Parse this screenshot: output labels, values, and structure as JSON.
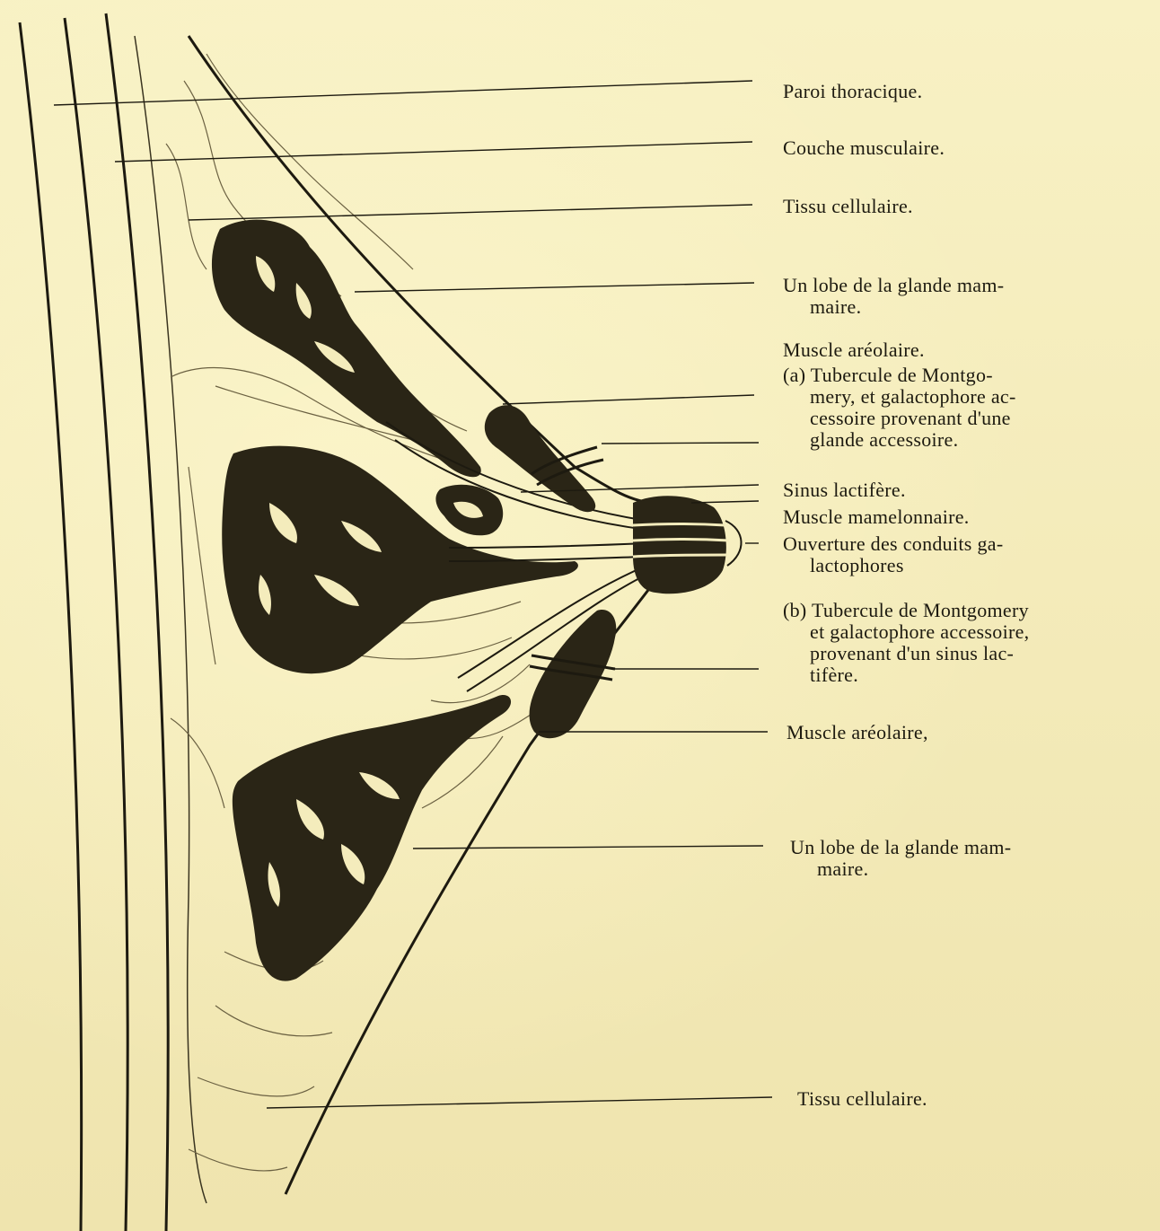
{
  "labels": {
    "paroi": "Paroi thoracique.",
    "couche": "Couche musculaire.",
    "tissu_top": "Tissu cellulaire.",
    "lobe_top_1": "Un lobe de la glande mam-",
    "lobe_top_2": "maire.",
    "muscle_areolaire_top": "Muscle aréolaire.",
    "tubercule_a_1": "(a) Tubercule de Montgo-",
    "tubercule_a_2": "mery, et galactophore ac-",
    "tubercule_a_3": "cessoire provenant d'une",
    "tubercule_a_4": "glande accessoire.",
    "sinus": "Sinus lactifère.",
    "muscle_mamelonnaire": "Muscle mamelonnaire.",
    "ouverture_1": "Ouverture des conduits ga-",
    "ouverture_2": "lactophores",
    "tubercule_b_1": "(b) Tubercule de Montgomery",
    "tubercule_b_2": "et galactophore accessoire,",
    "tubercule_b_3": "provenant d'un sinus lac-",
    "tubercule_b_4": "tifère.",
    "muscle_areolaire_bottom": "Muscle aréolaire,",
    "lobe_bottom_1": "Un lobe de la glande mam-",
    "lobe_bottom_2": "maire.",
    "tissu_bottom": "Tissu cellulaire."
  },
  "colors": {
    "paper": "#f6efbf",
    "ink": "#1d1a10",
    "gland": "#2a2516"
  }
}
